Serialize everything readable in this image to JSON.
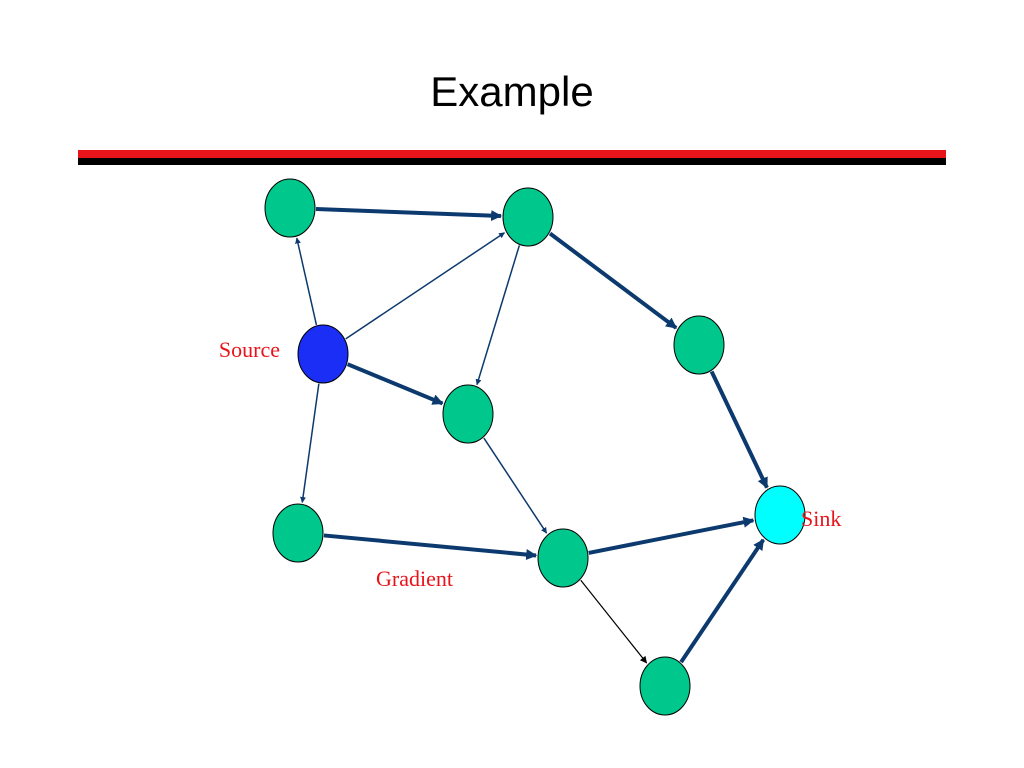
{
  "slide": {
    "title": "Example"
  },
  "colors": {
    "rule_red": "#e8141b",
    "rule_black": "#000000",
    "node_fill": "#00c78c",
    "source_fill": "#1a2ef5",
    "sink_fill": "#00ffff",
    "edge": "#0c3a6e",
    "edge_thin_black": "#000000",
    "label": "#e8141b"
  },
  "diagram": {
    "labels": {
      "source": "Source",
      "sink": "Sink",
      "gradient": "Gradient"
    },
    "nodes": [
      {
        "id": "n1",
        "kind": "normal"
      },
      {
        "id": "n2",
        "kind": "normal"
      },
      {
        "id": "n3",
        "kind": "source"
      },
      {
        "id": "n4",
        "kind": "normal"
      },
      {
        "id": "n5",
        "kind": "normal"
      },
      {
        "id": "n6",
        "kind": "normal"
      },
      {
        "id": "n7",
        "kind": "normal"
      },
      {
        "id": "n8",
        "kind": "sink"
      },
      {
        "id": "n9",
        "kind": "normal"
      }
    ],
    "edges": [
      {
        "from": "n1",
        "to": "n2",
        "weight": "thick"
      },
      {
        "from": "n3",
        "to": "n1",
        "weight": "thin"
      },
      {
        "from": "n3",
        "to": "n2",
        "weight": "thin"
      },
      {
        "from": "n2",
        "to": "n5",
        "weight": "thick"
      },
      {
        "from": "n2",
        "to": "n4",
        "weight": "thin"
      },
      {
        "from": "n3",
        "to": "n4",
        "weight": "thick"
      },
      {
        "from": "n3",
        "to": "n6",
        "weight": "thin"
      },
      {
        "from": "n4",
        "to": "n7",
        "weight": "thin"
      },
      {
        "from": "n5",
        "to": "n8",
        "weight": "thick"
      },
      {
        "from": "n6",
        "to": "n7",
        "weight": "thick"
      },
      {
        "from": "n7",
        "to": "n8",
        "weight": "thick"
      },
      {
        "from": "n7",
        "to": "n9",
        "weight": "thin-black"
      },
      {
        "from": "n9",
        "to": "n8",
        "weight": "thick"
      }
    ]
  }
}
